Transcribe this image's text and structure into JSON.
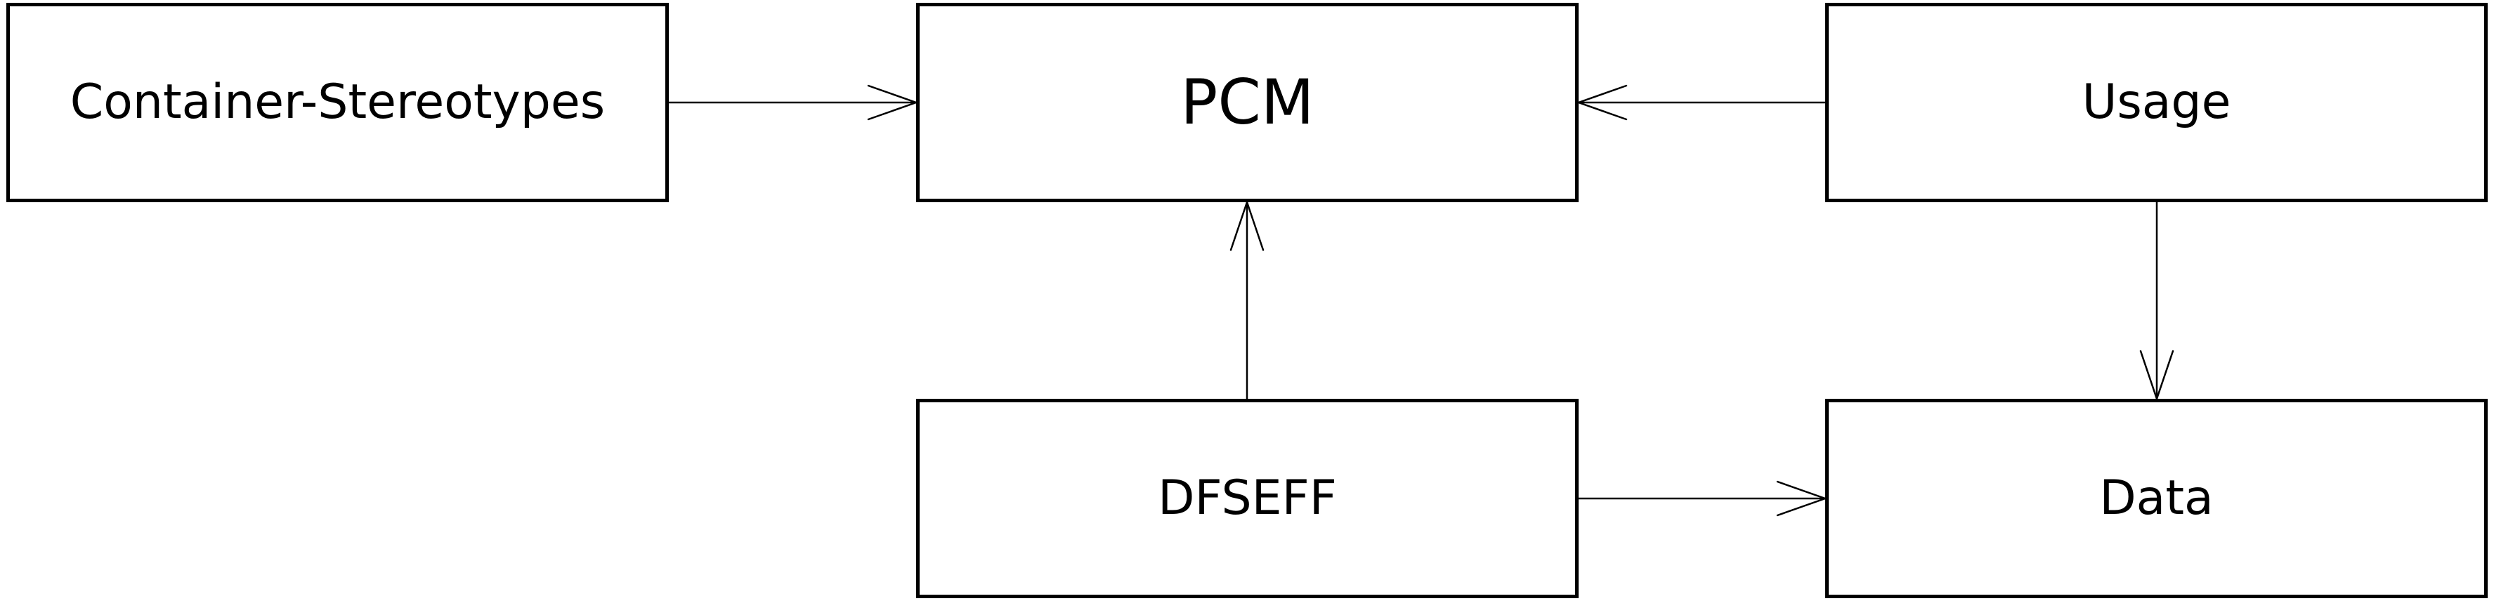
{
  "diagram": {
    "nodes": [
      {
        "id": "container_stereotypes",
        "label": "Container-Stereotypes"
      },
      {
        "id": "pcm",
        "label": "PCM"
      },
      {
        "id": "usage",
        "label": "Usage"
      },
      {
        "id": "dfseff",
        "label": "DFSEFF"
      },
      {
        "id": "data",
        "label": "Data"
      }
    ],
    "edges": [
      {
        "from": "container_stereotypes",
        "to": "pcm"
      },
      {
        "from": "usage",
        "to": "pcm"
      },
      {
        "from": "dfseff",
        "to": "pcm"
      },
      {
        "from": "usage",
        "to": "data"
      },
      {
        "from": "dfseff",
        "to": "data"
      }
    ],
    "colors": {
      "stroke": "#000000",
      "background": "#ffffff",
      "text": "#000000"
    }
  }
}
